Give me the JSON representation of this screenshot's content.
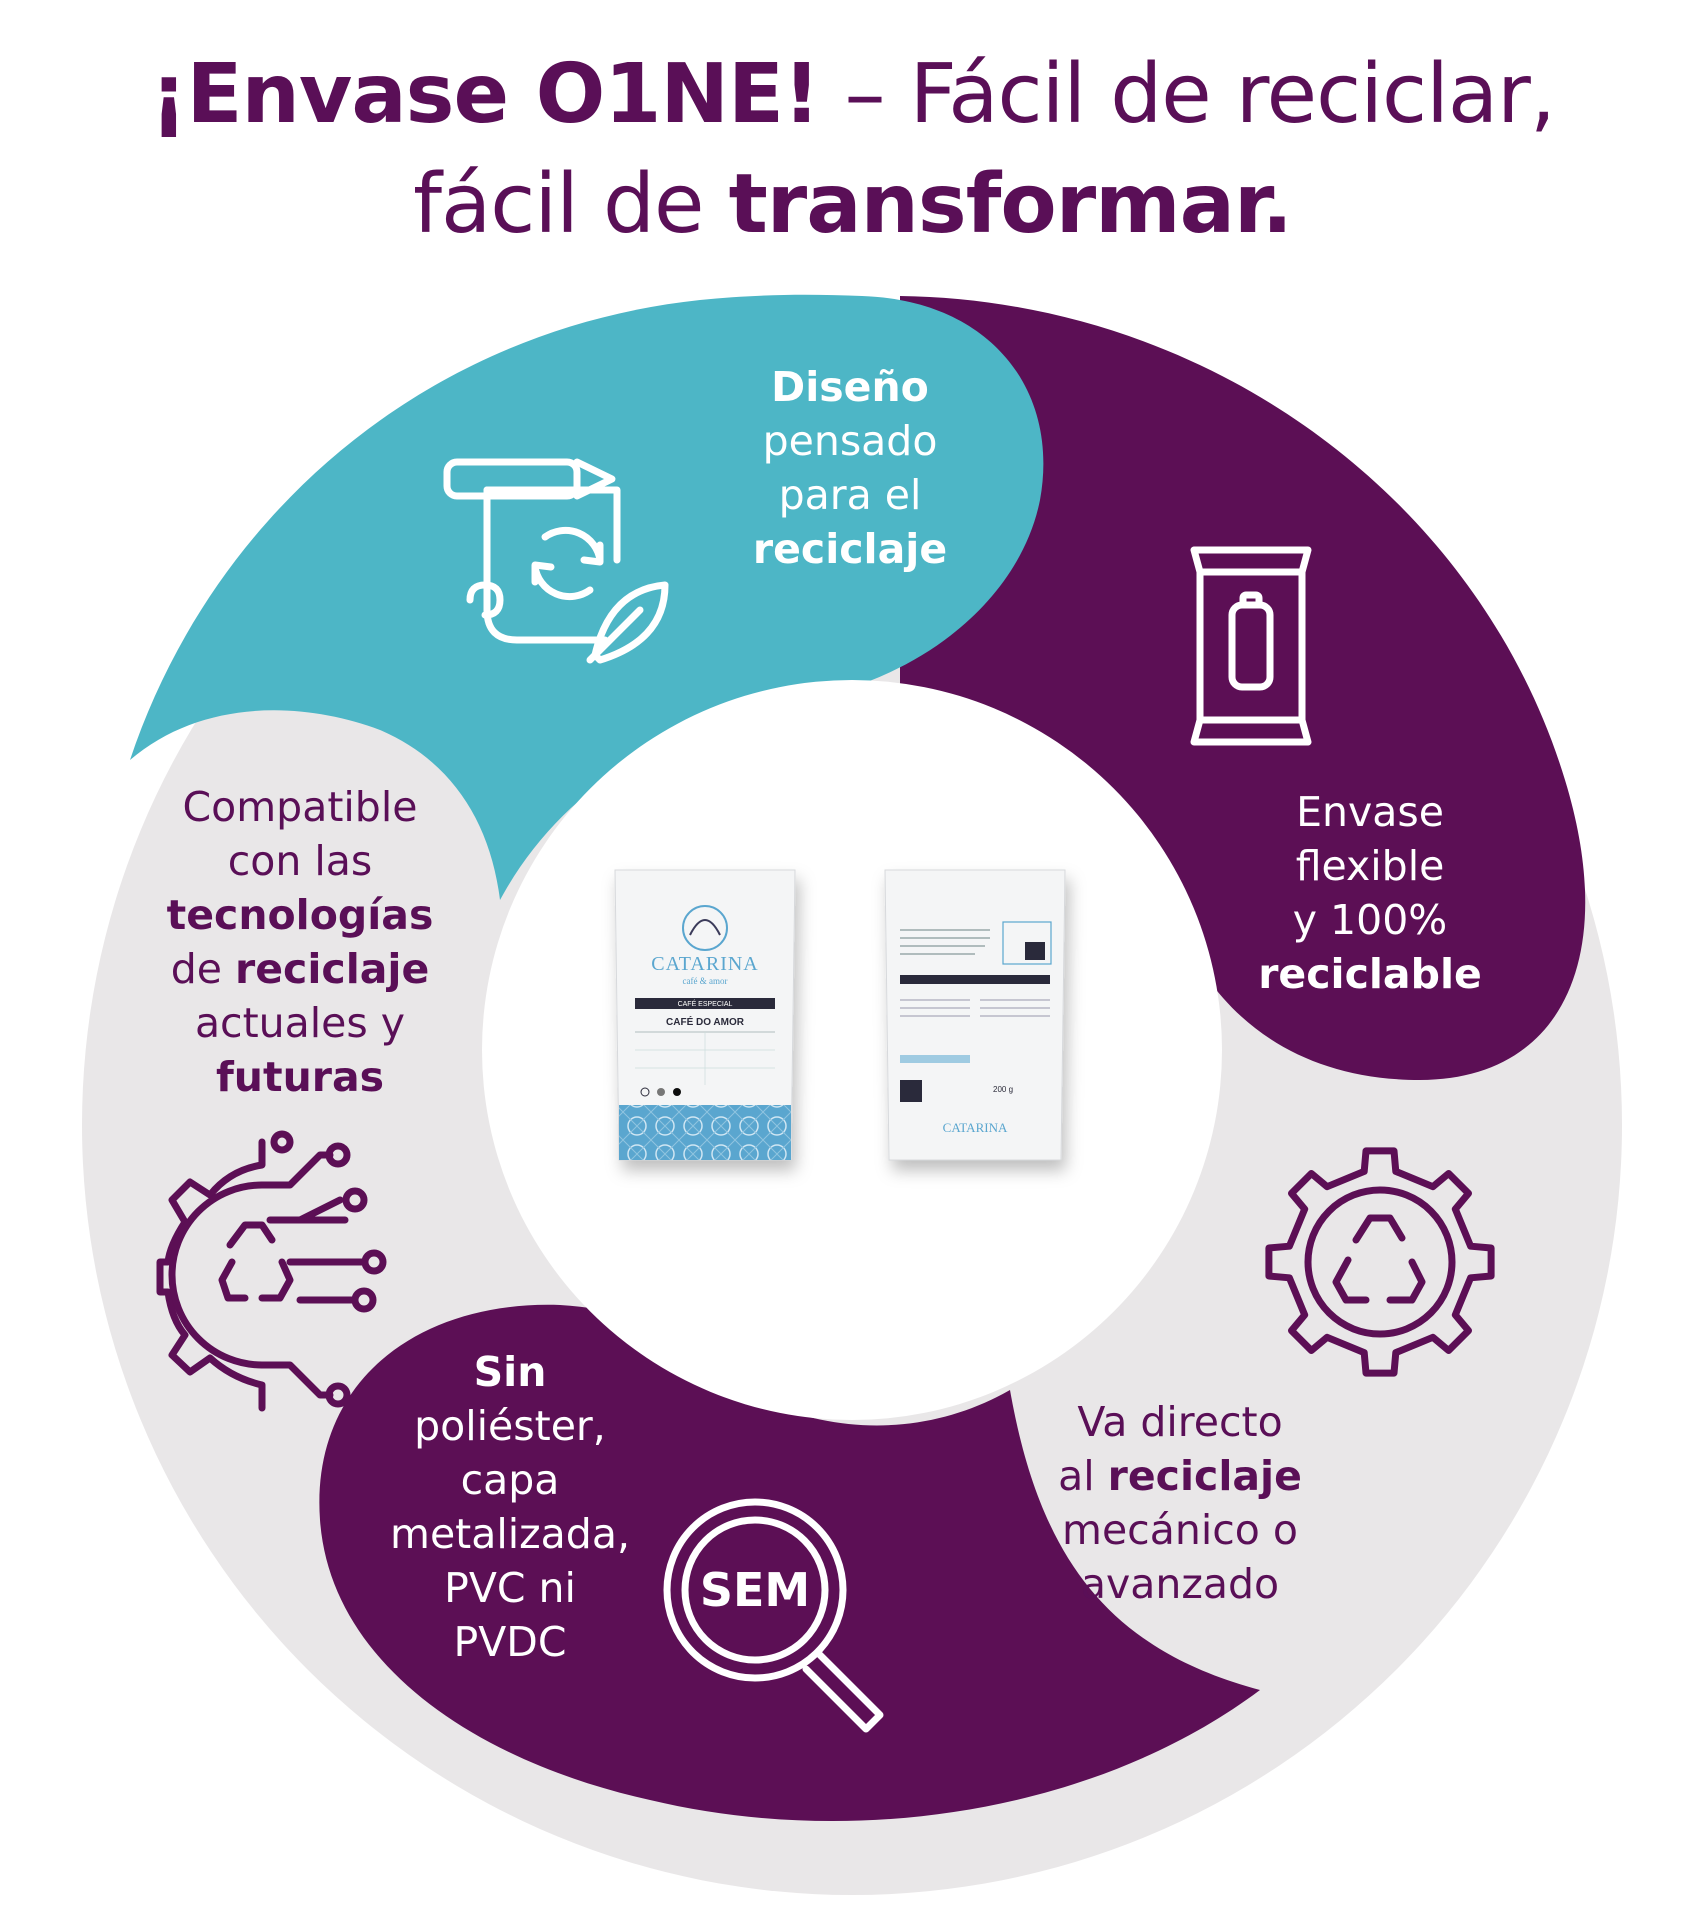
{
  "title": {
    "line1_bold": "¡Envase O1NE!",
    "line1_rest": " – Fácil de reciclar,",
    "line2_regular": "fácil de ",
    "line2_bold": "transformar."
  },
  "segments": {
    "design": {
      "bold1": "Diseño",
      "line2": "pensado",
      "line3": "para el",
      "bold4": "reciclaje",
      "icon": "design-paper-pencil-icon"
    },
    "flexible": {
      "line1": "Envase",
      "line2": "flexible",
      "line3": "y 100%",
      "bold4": "reciclable",
      "icon": "flexible-pouch-icon"
    },
    "direct": {
      "line1": "Va directo",
      "line2_regular": "al ",
      "line2_bold": "reciclaje",
      "line3": "mecánico o",
      "line4": "avanzado",
      "icon": "recycle-gear-icon"
    },
    "without": {
      "bold1": "Sin",
      "line2": "poliéster,",
      "line3": "capa",
      "line4": "metalizada,",
      "line5": "PVC ni",
      "line6": "PVDC",
      "icon": "magnifier-sem-icon",
      "icon_text": "SEM"
    },
    "compatible": {
      "line1": "Compatible",
      "line2": "con las",
      "bold3": "tecnologías",
      "line4_regular": "de ",
      "line4_bold": "reciclaje",
      "line5": "actuales y",
      "bold6": "futuras",
      "icon": "tech-recycle-circuit-icon"
    }
  },
  "product": {
    "front": {
      "brand": "CATARINA",
      "tagline": "café & amor",
      "category": "CAFÉ ESPECIAL",
      "name": "CAFÉ DO AMOR"
    },
    "back": {
      "brand": "CATARINA",
      "weight": "200 g"
    }
  },
  "colors": {
    "purple": "#5c0f55",
    "teal": "#4db6c6",
    "light_gray": "#e9e7e8",
    "white": "#ffffff",
    "pouch_blue": "#5aa6cf"
  }
}
